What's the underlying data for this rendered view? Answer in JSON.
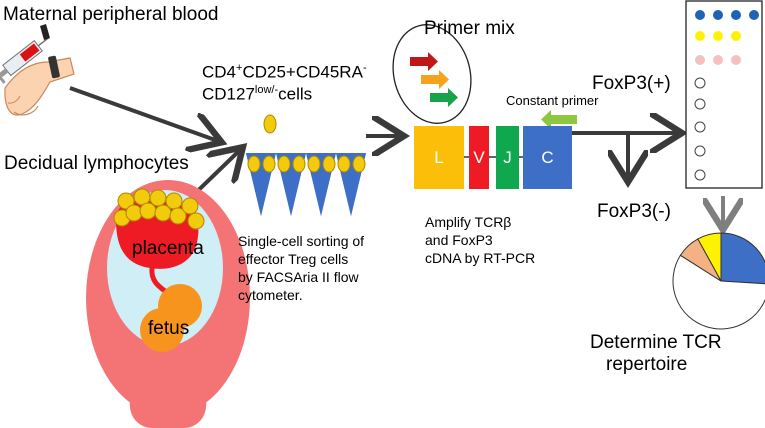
{
  "labels": {
    "maternal_blood": "Maternal peripheral blood",
    "decidual": "Decidual lymphocytes",
    "placenta": "placenta",
    "fetus": "fetus",
    "cell_marker_line1_a": "CD4",
    "cell_marker_line1_b": "+",
    "cell_marker_line1_c": "CD25+CD45RA",
    "cell_marker_line1_d": "-",
    "cell_marker_line2_a": "CD127",
    "cell_marker_line2_b": "low/-",
    "cell_marker_line2_c": "cells",
    "sorting_line1": "Single-cell sorting of",
    "sorting_line2": "effector Treg cells",
    "sorting_line3": "by FACSAria II flow",
    "sorting_line4": "cytometer.",
    "primer_mix": "Primer mix",
    "constant_primer": "Constant primer",
    "seg_L": "L",
    "seg_V": "V",
    "seg_J": "J",
    "seg_C": "C",
    "amplify_line1": "Amplify TCRβ",
    "amplify_line2": "and FoxP3",
    "amplify_line3": "cDNA by RT-PCR",
    "foxp3_pos": "FoxP3(+)",
    "foxp3_neg": "FoxP3(-)",
    "determine_line1": "Determine TCR",
    "determine_line2": "repertoire"
  },
  "colors": {
    "uterus": "#f47476",
    "amniotic": "#cfeef5",
    "placenta": "#ee1b24",
    "fetus": "#f7941d",
    "cell": "#f2cc0c",
    "triangle": "#3e6fc6",
    "seg_L": "#fbbf0a",
    "seg_V": "#ee1b24",
    "seg_J": "#0fa84e",
    "seg_C": "#3e6fc6",
    "primer_red": "#c01818",
    "primer_orange": "#f7a21c",
    "primer_green": "#16a34a",
    "constant_primer": "#8dc63f",
    "plate_blue": "#1f63b5",
    "plate_yellow": "#fff200",
    "plate_pink": "#f6c0c0",
    "pie_blue": "#3e6fc6",
    "pie_yellow": "#fff200",
    "pie_peach": "#f4b183",
    "arrow": "#3a3a3a",
    "arrow_gray": "#7f7f7f"
  },
  "pie": [
    {
      "name": "blue",
      "fraction": 0.26
    },
    {
      "name": "white",
      "fraction": 0.58
    },
    {
      "name": "peach",
      "fraction": 0.08
    },
    {
      "name": "yellow",
      "fraction": 0.08
    }
  ]
}
